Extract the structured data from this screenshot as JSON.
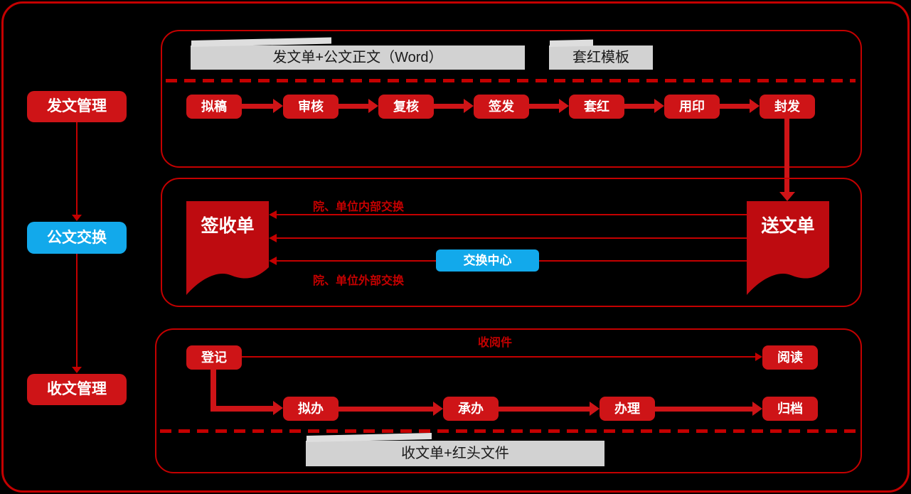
{
  "colors": {
    "background": "#000000",
    "box_red": "#ce1417",
    "line_red": "#c40000",
    "doc_red": "#be0b10",
    "accent_blue": "#12a9eb",
    "tag_gray": "#d2d2d2",
    "tag_text": "#1a1a1a",
    "box_text": "#ffffff"
  },
  "stages": {
    "send": "发文管理",
    "exchange": "公文交换",
    "receive": "收文管理"
  },
  "send_section": {
    "attachment_label": "发文单+公文正文（Word）",
    "template_label": "套红模板",
    "steps": [
      "拟稿",
      "审核",
      "复核",
      "签发",
      "套红",
      "用印",
      "封发"
    ]
  },
  "exchange_section": {
    "receipt_doc": "签收单",
    "delivery_doc": "送文单",
    "internal_label": "院、单位内部交换",
    "external_label": "院、单位外部交换",
    "center_label": "交换中心"
  },
  "receive_section": {
    "register": "登记",
    "read_flow_label": "收阅件",
    "read": "阅读",
    "steps": [
      "拟办",
      "承办",
      "办理",
      "归档"
    ],
    "attachment_label": "收文单+红头文件"
  }
}
